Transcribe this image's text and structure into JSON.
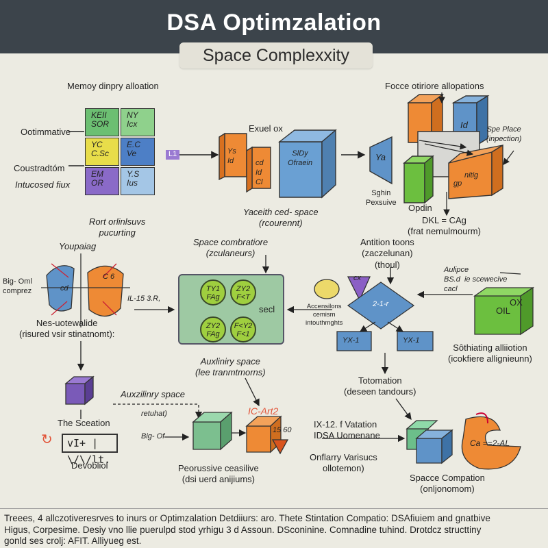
{
  "header": {
    "title": "DSA Optimzalation",
    "subtitle": "Space Complexxity"
  },
  "top_left": {
    "heading": "Memoy dinpry alloation",
    "side_labels": [
      "Ootimmative",
      "Coustradtóm",
      "Intucosed fiux"
    ],
    "grid": [
      {
        "text": "KEII\nSOR"
      },
      {
        "text": "NY\nIcx"
      },
      {
        "text": "YC\nC.Sc"
      },
      {
        "text": "E.C\nVe"
      },
      {
        "text": "EM\nOR"
      },
      {
        "text": "Y.S\nIus"
      }
    ],
    "tag": "L1",
    "bottom": "Rort orlinlsuvs\npucurting"
  },
  "top_center": {
    "label": "Exuel ox",
    "cubes": [
      "Ys\nId",
      "cd\nId\nCl",
      "SlDy\nOfraein"
    ],
    "caption": "Yaceith ced- space\n(rcourennt)"
  },
  "top_right": {
    "heading": "Focce otiriore allopations",
    "blue_top": "Id",
    "left_prism": "Ya",
    "right_prism": "nitig",
    "gp": "gp",
    "side_note": "Spe Place\n(inpection)",
    "left_note": "Sghin\nPexsuive",
    "opdin": "Opdin",
    "formula": "DKL = CAg\n(frat nemulmourm)"
  },
  "mid_left": {
    "title": "Youpaiag",
    "left": "Big- Oml\ncomprez",
    "label": "IL-15 3.R,",
    "caption": "Nes-uotewalide\n(risured vsir stinatnomt):",
    "blue": "cd",
    "orange": "C 6"
  },
  "mid_center": {
    "heading": "Space combratiore\n(zculaneurs)",
    "circles": [
      "TY1\nFAg",
      "ZY2\nF<T",
      "ZY2\nFAg",
      "F<Y2\nF<1"
    ],
    "center": "secl",
    "caption": "Auxliniry space\n(lee tranmtmorns)"
  },
  "mid_right": {
    "heading": "Antition toons\n(zaczelunan)\n(thoul)",
    "bubble": "cx",
    "notes": "Accensilons\ncemism\nintouthmghts",
    "diamond_top": "2-1-r",
    "left_box": "YX-1",
    "right_box": "YX-1",
    "tag": "Aulipce\nBS.d  ie scewecive\ncacl",
    "green_box": [
      "OIL",
      "OX"
    ],
    "green_caption": "Sôthiating alliiotion\n(icokfiere allignieunn)"
  },
  "bottom_left": {
    "label": "The Sceation",
    "wave": "vI+ | \\/\\/lt.",
    "caption": "Devobliol"
  },
  "bottom_center": {
    "heading": "Auxzilinry space",
    "retuhat": "retuhat)",
    "big": "Big- Of",
    "red": "IC-Art2",
    "orange": "15 60",
    "caption": "Peorussive ceasilive\n(dsi uerd anijiums)"
  },
  "bottom_mid": {
    "toto": "Totomation\n(deseen tandours)",
    "list": "IX-12. f Vatation\nIDSA Uomenane",
    "rest": "Onflarry Varisucs\nollotemon)"
  },
  "bottom_right": {
    "curl": "Ca ==2-AL",
    "caption": "Spacce Compation\n(onljonomom)"
  },
  "footer": {
    "lines": [
      "Treees, 4 allczotiveresrves to inurs or Optimzalation  Detdiiurs: aro. Thete  Stintation Compatio: DSAfiuiem and gnatbive",
      "Higus,  Corpesime. Desiy vno llie puerulpd stod yrhigu 3 d Assoun. DSconinine. Comnadine tuhind. Drotdcz structtiny",
      "gonld ses crolj: AFIT. Alliyueg est."
    ]
  },
  "colors": {
    "orange": "#ee8a35",
    "blue": "#5f93c8",
    "green": "#6cbf3f",
    "purple": "#7a5ab8",
    "header": "#3c444b"
  }
}
